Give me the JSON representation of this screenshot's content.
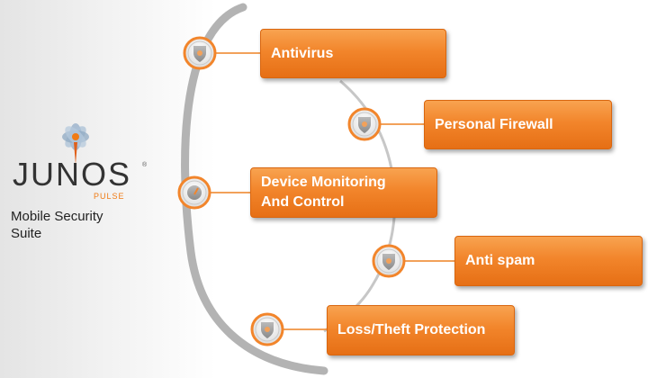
{
  "brand": {
    "wordmark": "JUNOS",
    "sub_brand": "PULSE",
    "product": "Mobile Security\nSuite"
  },
  "features": [
    {
      "label": "Antivirus",
      "icon": "shield-icon"
    },
    {
      "label": "Personal Firewall",
      "icon": "firewall-shield-icon"
    },
    {
      "label": "Device Monitoring\nAnd Control",
      "icon": "gauge-icon"
    },
    {
      "label": "Anti spam",
      "icon": "shield-icon"
    },
    {
      "label": "Loss/Theft Protection",
      "icon": "gear-shield-icon"
    }
  ],
  "colors": {
    "accent": "#f2852b",
    "ring": "#b3b3b3",
    "connector": "#f2a15a"
  }
}
